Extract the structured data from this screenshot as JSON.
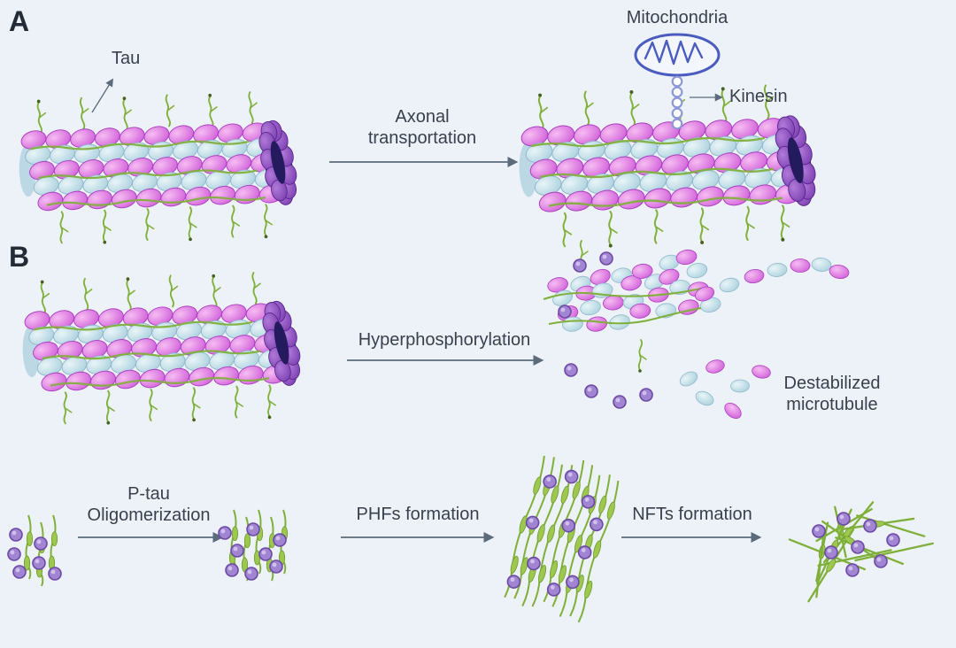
{
  "figure": {
    "background": "#edf1f8",
    "text_color": "#39414e",
    "panel_a": {
      "label": "A",
      "tau_label": "Tau",
      "mitochondria_label": "Mitochondria",
      "kinesin_label": "Kinesin",
      "process_arrow_label": "Axonal\ntransportation"
    },
    "panel_b": {
      "label": "B",
      "process_arrow_label": "Hyperphosphorylation",
      "destabilized_label": "Destabilized microtubule",
      "step1_label": "P-tau\nOligomerization",
      "step2_label": "PHFs formation",
      "step3_label": "NFTs formation"
    },
    "colors": {
      "magenta": "#cf5ad8",
      "magenta_light": "#f6bdf2",
      "magenta_stroke": "#a93fc2",
      "blue": "#a7cedd",
      "blue_light": "#e9f5f7",
      "blue_stroke": "#8fb9cc",
      "cap_dark": "#2c2070",
      "cap_hole": "#241a5e",
      "cap_bead": "#7a3cb0",
      "cap_bead_light": "#b07ad8",
      "tau_green": "#7fb03a",
      "bead_green": "#9cc84e",
      "bead_green_stroke": "#6f9a30",
      "ptau_fill": "#a184d2",
      "ptau_stroke": "#6b4aa5",
      "mito_blue": "#4a5cc0",
      "arrow": "#5b6b7b"
    }
  }
}
